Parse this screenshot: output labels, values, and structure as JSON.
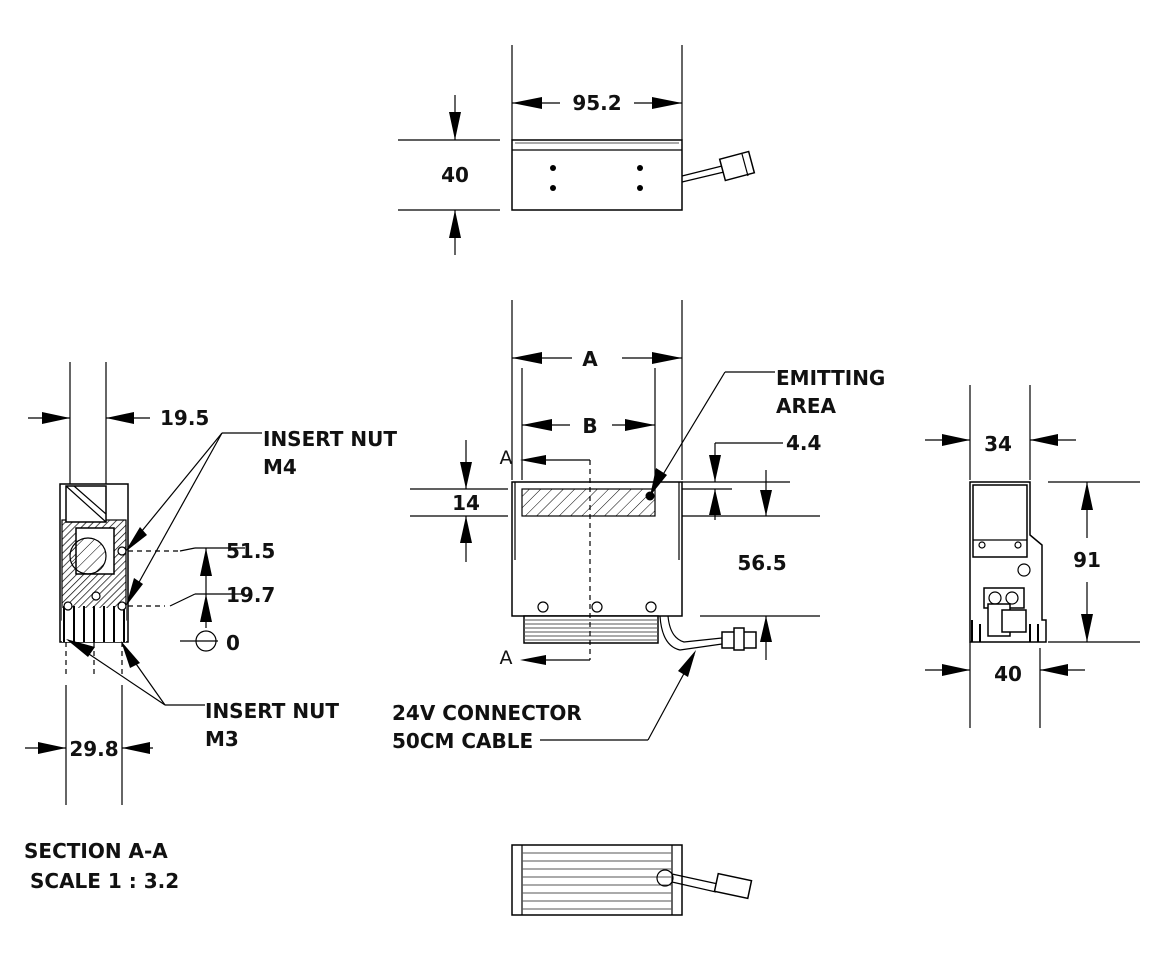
{
  "top_view": {
    "width_dim": "95.2",
    "height_dim": "40"
  },
  "front_view": {
    "dim_a": "A",
    "dim_b": "B",
    "dim_emitting_height": "14",
    "dim_offset": "4.4",
    "dim_height": "56.5",
    "section_marker_top": "A",
    "section_marker_bottom": "A",
    "callout_emitting_line1": "EMITTING",
    "callout_emitting_line2": "AREA",
    "callout_connector_line1": "24V CONNECTOR",
    "callout_connector_line2": "50CM CABLE"
  },
  "section_view": {
    "dim_top_width": "19.5",
    "dim_bottom_width": "29.8",
    "dim_51_5": "51.5",
    "dim_19_7": "19.7",
    "dim_zero": "0",
    "callout_m4_line1": "INSERT NUT",
    "callout_m4_line2": "M4",
    "callout_m3_line1": "INSERT NUT",
    "callout_m3_line2": "M3",
    "title": "SECTION A-A",
    "scale": "SCALE 1 : 3.2"
  },
  "side_view": {
    "dim_top_width": "34",
    "dim_height": "91",
    "dim_bottom_width": "40"
  }
}
